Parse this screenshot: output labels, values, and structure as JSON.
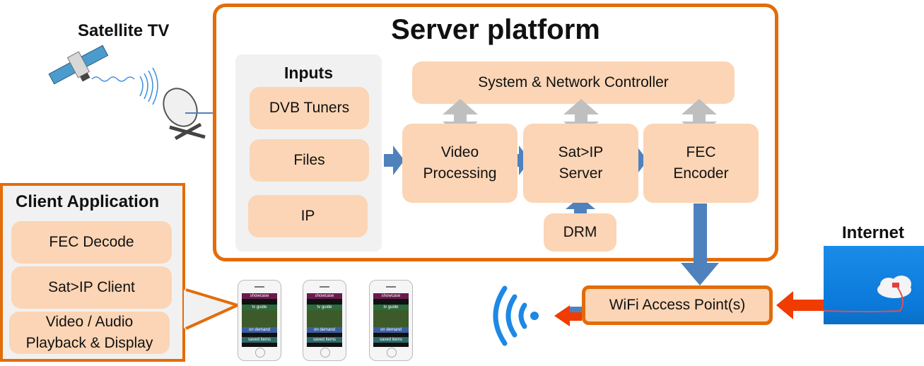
{
  "satellite": {
    "title": "Satellite TV",
    "icon": "satellite-dish-icon"
  },
  "server": {
    "title": "Server platform",
    "inputs": {
      "title": "Inputs",
      "items": [
        "DVB Tuners",
        "Files",
        "IP"
      ]
    },
    "controller": "System & Network Controller",
    "pipeline": [
      {
        "line1": "Video",
        "line2": "Processing"
      },
      {
        "line1": "Sat>IP",
        "line2": "Server"
      },
      {
        "line1": "FEC",
        "line2": "Encoder"
      }
    ],
    "drm": "DRM"
  },
  "client": {
    "title": "Client Application",
    "items": [
      {
        "line1": "FEC Decode",
        "line2": ""
      },
      {
        "line1": "Sat>IP Client",
        "line2": ""
      },
      {
        "line1": "Video / Audio",
        "line2": "Playback & Display"
      }
    ]
  },
  "phones": {
    "count": 3,
    "bands": [
      "showcase",
      "tv guide",
      "on demand",
      "saved items"
    ]
  },
  "wifi": {
    "label": "WiFi Access Point(s)"
  },
  "internet": {
    "title": "Internet"
  },
  "colors": {
    "orange_border": "#e36c0a",
    "box_fill": "#fbd5b5",
    "blue_arrow": "#4f81bd",
    "gray_arrow": "#bfbfbf",
    "red_arrow": "#f03c00",
    "panel_gray": "#f1f1f1"
  }
}
